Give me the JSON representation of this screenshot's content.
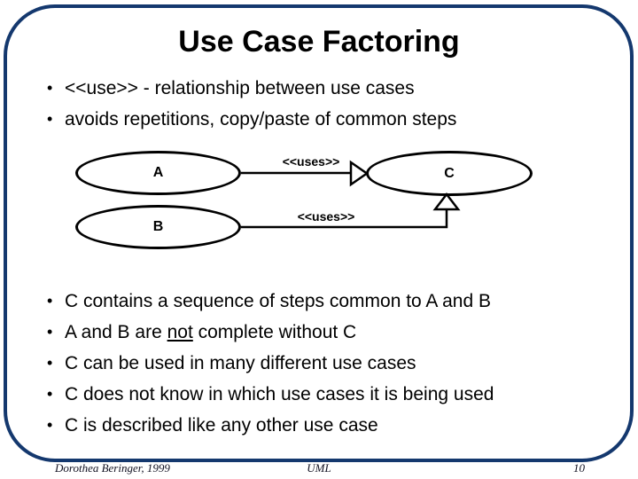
{
  "slide": {
    "title": "Use Case Factoring",
    "top_bullets": [
      "<<use>> - relationship between use cases",
      "avoids repetitions, copy/paste of common steps"
    ],
    "bottom_bullets": [
      {
        "text": "C contains a sequence of steps common to A and B"
      },
      {
        "prefix": "A and B are ",
        "emphasis": "not",
        "suffix": " complete without C"
      },
      {
        "text": "C can be used in many different use cases"
      },
      {
        "text": "C does not know in which use cases it is being used"
      },
      {
        "text": "C is described like any other use case"
      }
    ],
    "footer": {
      "author": "Dorothea Beringer, 1999",
      "course": "UML",
      "page_number": "10"
    }
  },
  "diagram": {
    "type": "uml-use-case",
    "nodes": [
      {
        "id": "A",
        "label": "A"
      },
      {
        "id": "B",
        "label": "B"
      },
      {
        "id": "C",
        "label": "C"
      }
    ],
    "edges": [
      {
        "from": "A",
        "to": "C",
        "stereotype": "<<uses>>"
      },
      {
        "from": "B",
        "to": "C",
        "stereotype": "<<uses>>"
      }
    ]
  },
  "colors": {
    "frame": "#14386E",
    "text": "#000000",
    "diagram_stroke": "#000000"
  }
}
